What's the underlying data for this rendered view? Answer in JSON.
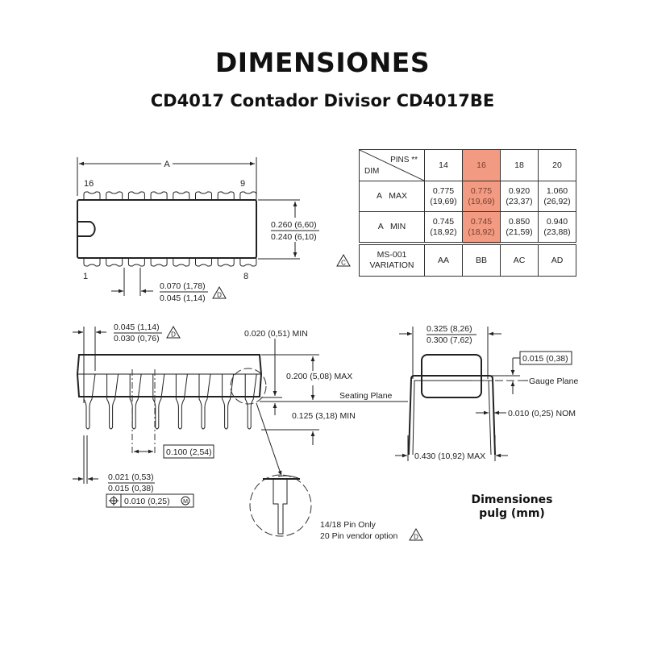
{
  "header": {
    "title": "DIMENSIONES",
    "subtitle": "CD4017 Contador Divisor CD4017BE"
  },
  "units_note": {
    "line1": "Dimensiones",
    "line2": "pulg (mm)"
  },
  "highlight_color": "#f29a82",
  "top_view": {
    "dim_a_label": "A",
    "pin_labels": {
      "top_left": "16",
      "top_right": "9",
      "bottom_left": "1",
      "bottom_right": "8"
    },
    "width_dim": {
      "max": "0.260 (6,60)",
      "min": "0.240 (6,10)"
    },
    "pin_width_dim": {
      "max": "0.070 (1,78)",
      "min": "0.045 (1,14)"
    },
    "note_d": "D",
    "note_c": "C"
  },
  "table": {
    "header_pins": "PINS **",
    "header_dim": "DIM",
    "pin_counts": [
      "14",
      "16",
      "18",
      "20"
    ],
    "highlight_column": "16",
    "rows": [
      {
        "label": "A   MAX",
        "values": [
          "0.775\n(19,69)",
          "0.775\n(19,69)",
          "0.920\n(23,37)",
          "1.060\n(26,92)"
        ],
        "lines": [
          [
            "0.775",
            "(19,69)"
          ],
          [
            "0.775",
            "(19,69)"
          ],
          [
            "0.920",
            "(23,37)"
          ],
          [
            "1.060",
            "(26,92)"
          ]
        ]
      },
      {
        "label": "A   MIN",
        "values": [
          "0.745\n(18,92)",
          "0.745\n(18,92)",
          "0.850\n(21,59)",
          "0.940\n(23,88)"
        ],
        "lines": [
          [
            "0.745",
            "(18,92)"
          ],
          [
            "0.745",
            "(18,92)"
          ],
          [
            "0.850",
            "(21,59)"
          ],
          [
            "0.940",
            "(23,88)"
          ]
        ]
      }
    ],
    "variation_label_1": "MS-001",
    "variation_label_2": "VARIATION",
    "variations": [
      "AA",
      "BB",
      "AC",
      "AD"
    ]
  },
  "side_view": {
    "lead_shoulder": {
      "max": "0.045 (1,14)",
      "min": "0.030 (0,76)"
    },
    "standoff": "0.020 (0,51) MIN",
    "height_max": "0.200 (5,08) MAX",
    "seating_plane": "Seating Plane",
    "lead_length_min": "0.125 (3,18) MIN",
    "pitch": "0.100 (2,54)",
    "lead_width": {
      "max": "0.021 (0,53)",
      "min": "0.015 (0,38)"
    },
    "position_tolerance": "0.010 (0,25)",
    "tolerance_modifier": "M",
    "detail_note_1": "14/18 Pin Only",
    "detail_note_2": "20 Pin vendor option"
  },
  "end_view": {
    "body_width": {
      "max": "0.325 (8,26)",
      "min": "0.300 (7,62)"
    },
    "gauge_offset": "0.015 (0,38)",
    "gauge_plane": "Gauge Plane",
    "lead_thickness": "0.010 (0,25) NOM",
    "lead_span_max": "0.430 (10,92) MAX"
  }
}
